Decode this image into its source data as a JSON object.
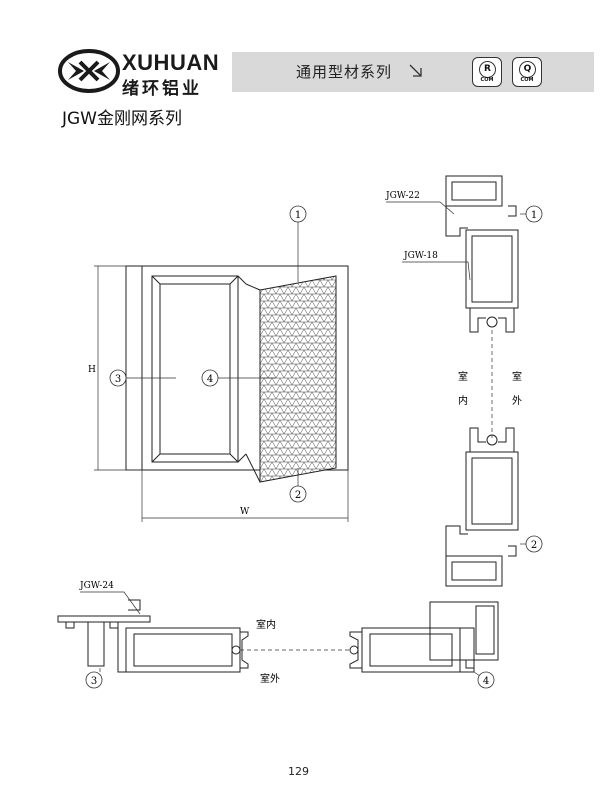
{
  "brand": {
    "name_en": "XUHUAN",
    "name_cn": "绪环铝业",
    "logo_icon": "xuhuan-logo-icon"
  },
  "header": {
    "series_title": "通用型材系列",
    "arrow_icon": "diagonal-arrow-icon",
    "badges": [
      {
        "letter": "R",
        "sub": "COM"
      },
      {
        "letter": "Q",
        "sub": "COM"
      }
    ]
  },
  "page_heading": "JGW金刚网系列",
  "diagram": {
    "height_label": "H",
    "width_label": "W",
    "callouts": [
      "1",
      "2",
      "3",
      "4"
    ],
    "profile_labels": [
      "JGW-22",
      "JGW-18",
      "JGW-24"
    ],
    "indoor": "室内",
    "outdoor": "室外",
    "indoor_chars": [
      "室",
      "内"
    ],
    "outdoor_chars": [
      "室",
      "外"
    ]
  },
  "page_number": "129"
}
